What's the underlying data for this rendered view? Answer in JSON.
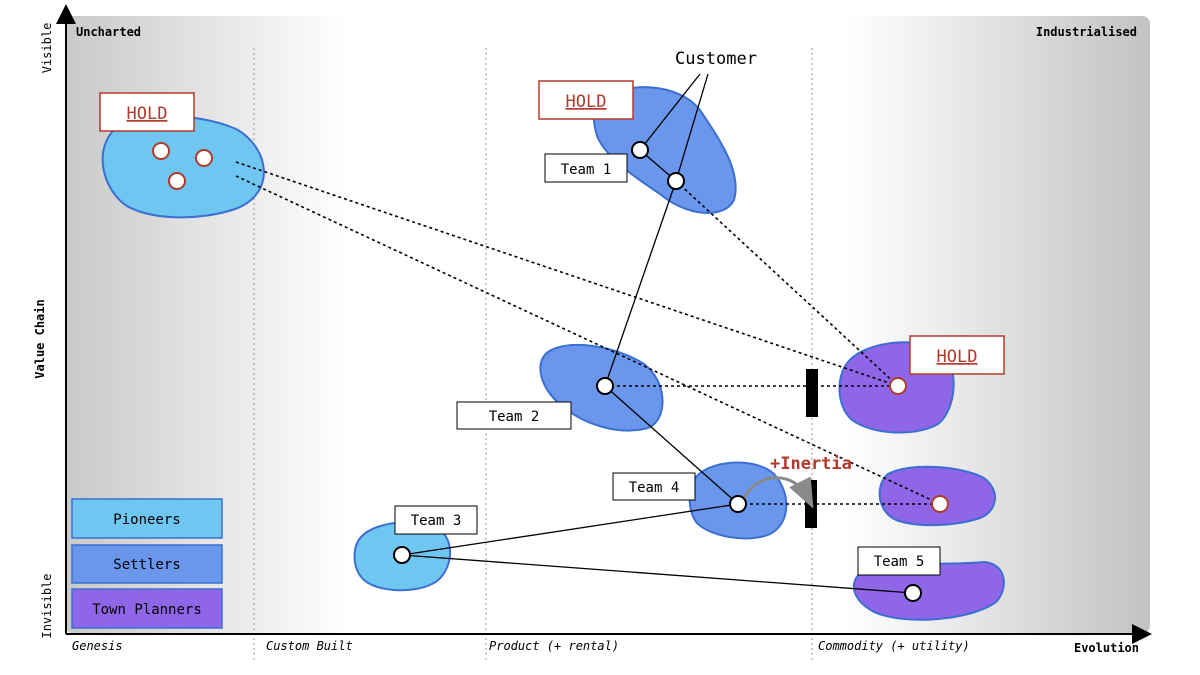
{
  "axes": {
    "y_label": "Value Chain",
    "y_top": "Visible",
    "y_bottom": "Invisible",
    "x_label": "Evolution",
    "corner_left": "Uncharted",
    "corner_right": "Industrialised"
  },
  "stages": [
    "Genesis",
    "Custom Built",
    "Product (+ rental)",
    "Commodity (+ utility)"
  ],
  "legend": [
    {
      "label": "Pioneers",
      "color": "#6ec6f1"
    },
    {
      "label": "Settlers",
      "color": "#6a96ec"
    },
    {
      "label": "Town Planners",
      "color": "#8f66e8"
    }
  ],
  "nodes": {
    "customer": "Customer",
    "teams": [
      "Team 1",
      "Team 2",
      "Team 3",
      "Team 4",
      "Team 5"
    ],
    "hold": "HOLD",
    "inertia": "+Inertia"
  },
  "colors": {
    "pioneers": "#6ec6f1",
    "settlers": "#6a96ec",
    "town_planners": "#8f66e8",
    "hold_red": "#b23a2a",
    "blob_stroke": "#3b6fd1"
  }
}
